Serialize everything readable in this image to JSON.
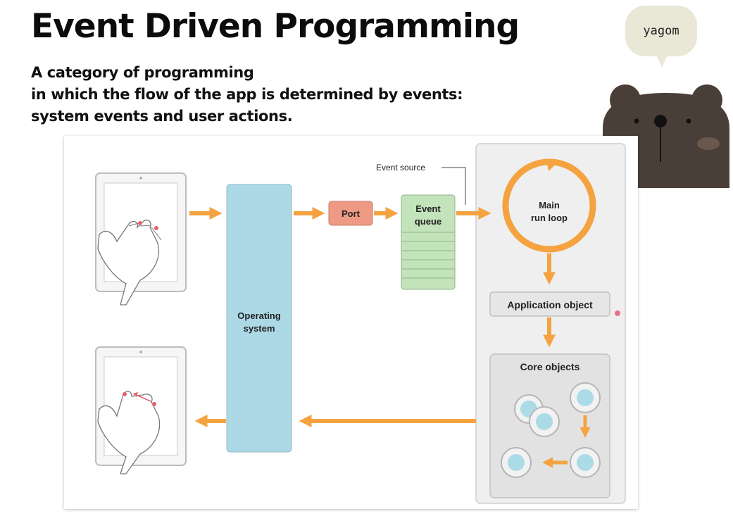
{
  "slide": {
    "title": "Event Driven Programming",
    "subtitle_lines": [
      "A category of programming",
      "in which the flow of the app is determined by events:",
      "system events and user actions."
    ]
  },
  "mascot": {
    "speech": "yagom"
  },
  "diagram": {
    "event_source": "Event source",
    "port": "Port",
    "event_queue_line1": "Event",
    "event_queue_line2": "queue",
    "operating_system_line1": "Operating",
    "operating_system_line2": "system",
    "main_run_loop_line1": "Main",
    "main_run_loop_line2": "run loop",
    "application_object": "Application object",
    "core_objects": "Core objects"
  },
  "colors": {
    "arrow": "#f4a340",
    "os_box": "#add8e6",
    "port_box": "#ee9a84",
    "queue_box": "#c3e3bb",
    "panel_bg": "#efefef",
    "bear": "#4a3f38"
  }
}
